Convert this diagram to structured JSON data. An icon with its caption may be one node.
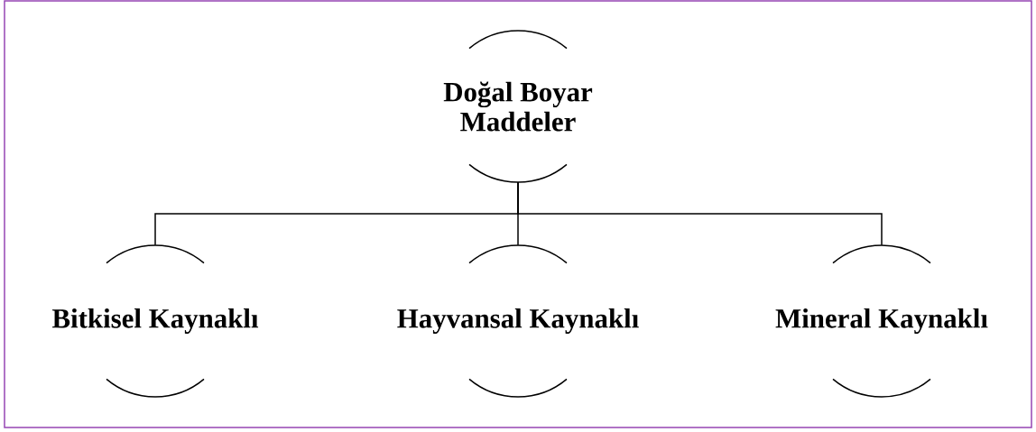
{
  "diagram": {
    "nodes": [
      {
        "text": [
          "Doğal Boyar Maddeler"
        ]
      },
      {
        "text": [
          "Bitkisel Kaynaklı"
        ]
      },
      {
        "text": [
          "Hayvansal Kaynaklı"
        ]
      },
      {
        "text": [
          "Mineral Kaynaklı"
        ]
      }
    ],
    "edges": [
      {
        "from": 0,
        "to": 1,
        "arrow": "none"
      },
      {
        "from": 0,
        "to": 2,
        "arrow": "none"
      },
      {
        "from": 0,
        "to": 3,
        "arrow": "none"
      }
    ]
  }
}
